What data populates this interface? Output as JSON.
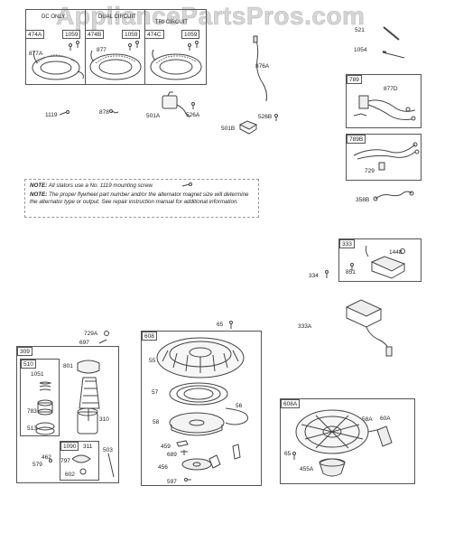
{
  "watermark": "AppliancePartsPros.com",
  "stator_panel": {
    "headers": [
      "DC ONLY",
      "DUAL CIRCUIT",
      "TRI-CIRCUIT"
    ],
    "tags": [
      "474A",
      "1059",
      "474B",
      "1059",
      "474C",
      "1059"
    ],
    "labels": [
      "877A",
      "877"
    ]
  },
  "labels": {
    "l876A": "876A",
    "l1119": "1119",
    "l878": "878",
    "l501A": "501A",
    "l526A": "526A",
    "l526B": "526B",
    "l501B": "501B",
    "l521": "521",
    "l1054": "1054",
    "l789": "789",
    "l877D": "877D",
    "l789B": "789B",
    "l729": "729",
    "l358B": "358B",
    "l333": "333",
    "l1448": "1448",
    "l851": "851",
    "l334": "334",
    "l333A": "333A",
    "l729A": "729A",
    "l697": "697",
    "l65a": "65",
    "l309": "309",
    "l510": "510",
    "l1051": "1051",
    "l801": "801",
    "l783": "783",
    "l513": "513",
    "l310": "310",
    "l1090": "1090",
    "l311": "311",
    "l503": "503",
    "l462": "462",
    "l579": "579",
    "l797": "797",
    "l602": "602",
    "l608": "608",
    "l55": "55",
    "l57": "57",
    "l58": "58",
    "l56": "56",
    "l459": "459",
    "l689": "689",
    "l456": "456",
    "l597": "597",
    "l608A": "608A",
    "l58A": "58A",
    "l60A": "60A",
    "l65b": "65",
    "l455A": "455A"
  },
  "note": {
    "label1": "NOTE:",
    "text1": "All stators use a No. 1119 mounting screw.",
    "label2": "NOTE:",
    "text2": "The proper flywheel part number and/or the alternator magnet size will determine the alternator type or output. See repair instruction manual for additional information."
  }
}
